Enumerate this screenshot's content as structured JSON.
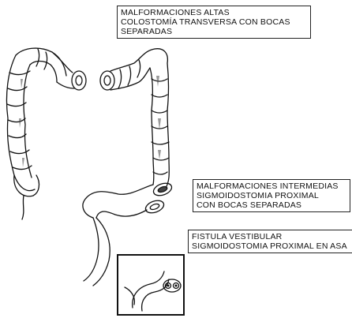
{
  "labels": {
    "high": {
      "line1": "MALFORMACIONES ALTAS",
      "line2": "COLOSTOMÍA TRANSVERSA CON BOCAS",
      "line3": "SEPARADAS"
    },
    "intermediate": {
      "line1": "MALFORMACIONES INTERMEDIAS",
      "line2": "SIGMOIDOSTOMIA PROXIMAL",
      "line3": "CON BOCAS SEPARADAS"
    },
    "vestibular": {
      "line1": "FISTULA VESTIBULAR",
      "line2": "SIGMOIDOSTOMIA PROXIMAL EN ASA"
    }
  },
  "colors": {
    "ink": "#111111",
    "paper": "#ffffff",
    "shade": "#444444"
  }
}
